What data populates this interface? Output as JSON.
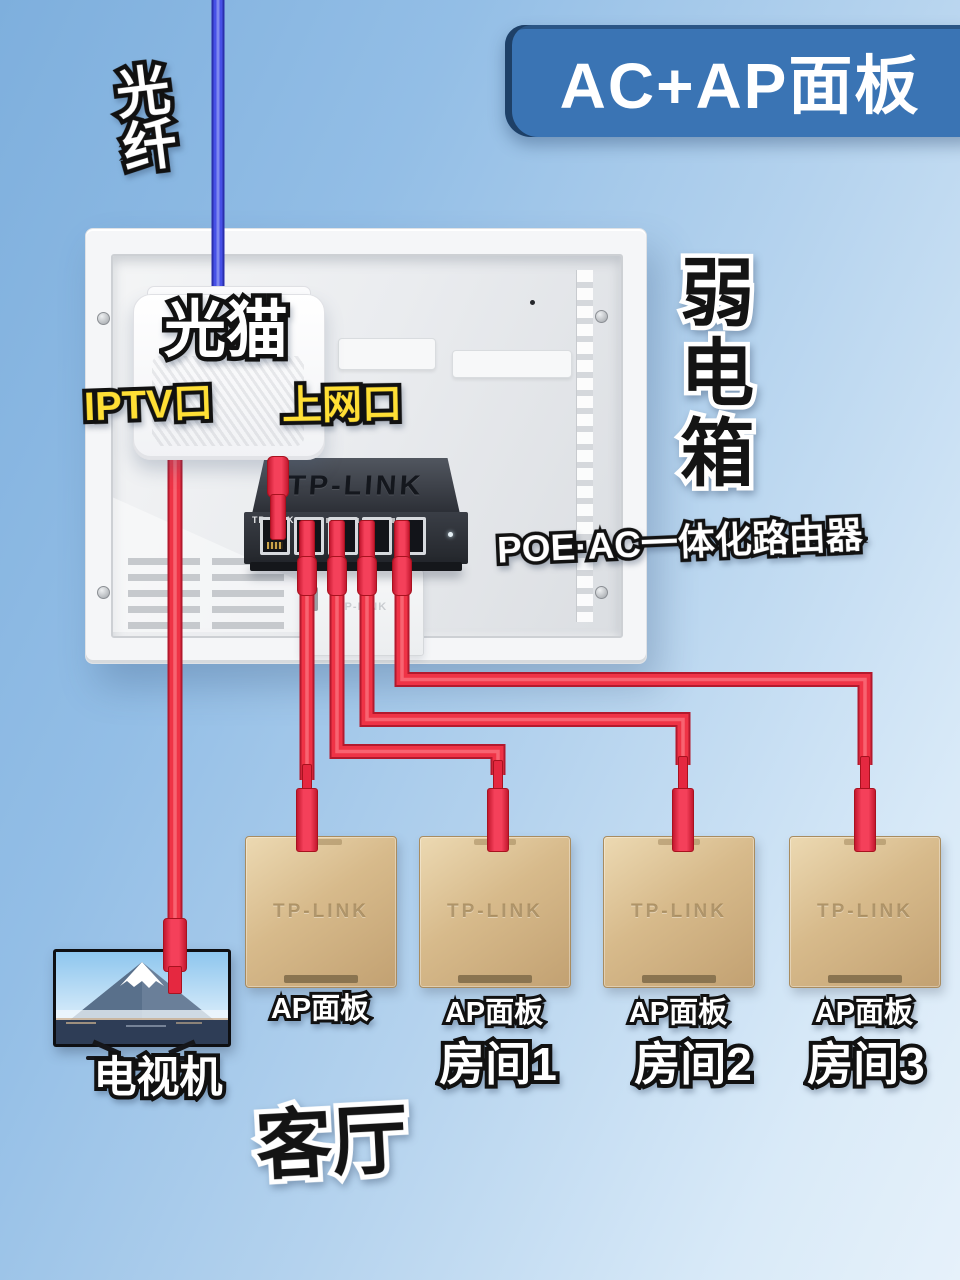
{
  "title": {
    "text": "AC+AP面板"
  },
  "colors": {
    "title_bg": "#3a74b4",
    "cable_red": "#ef3346",
    "fiber_blue": "#4650e6",
    "panel_gold": "#d3b586",
    "port_label_yellow": "#ffdf35"
  },
  "labels": {
    "fiber": "光纤",
    "modem": "光猫",
    "iptv_port": "IPTV口",
    "internet_port": "上网口",
    "weak_box": "弱电箱",
    "router_caption": "POE·AC一体化路由器",
    "ap_panel": "AP面板",
    "tv": "电视机",
    "living_room": "客厅"
  },
  "router": {
    "brand": "TP-LINK"
  },
  "rooms": [
    "房间1",
    "房间2",
    "房间3"
  ]
}
